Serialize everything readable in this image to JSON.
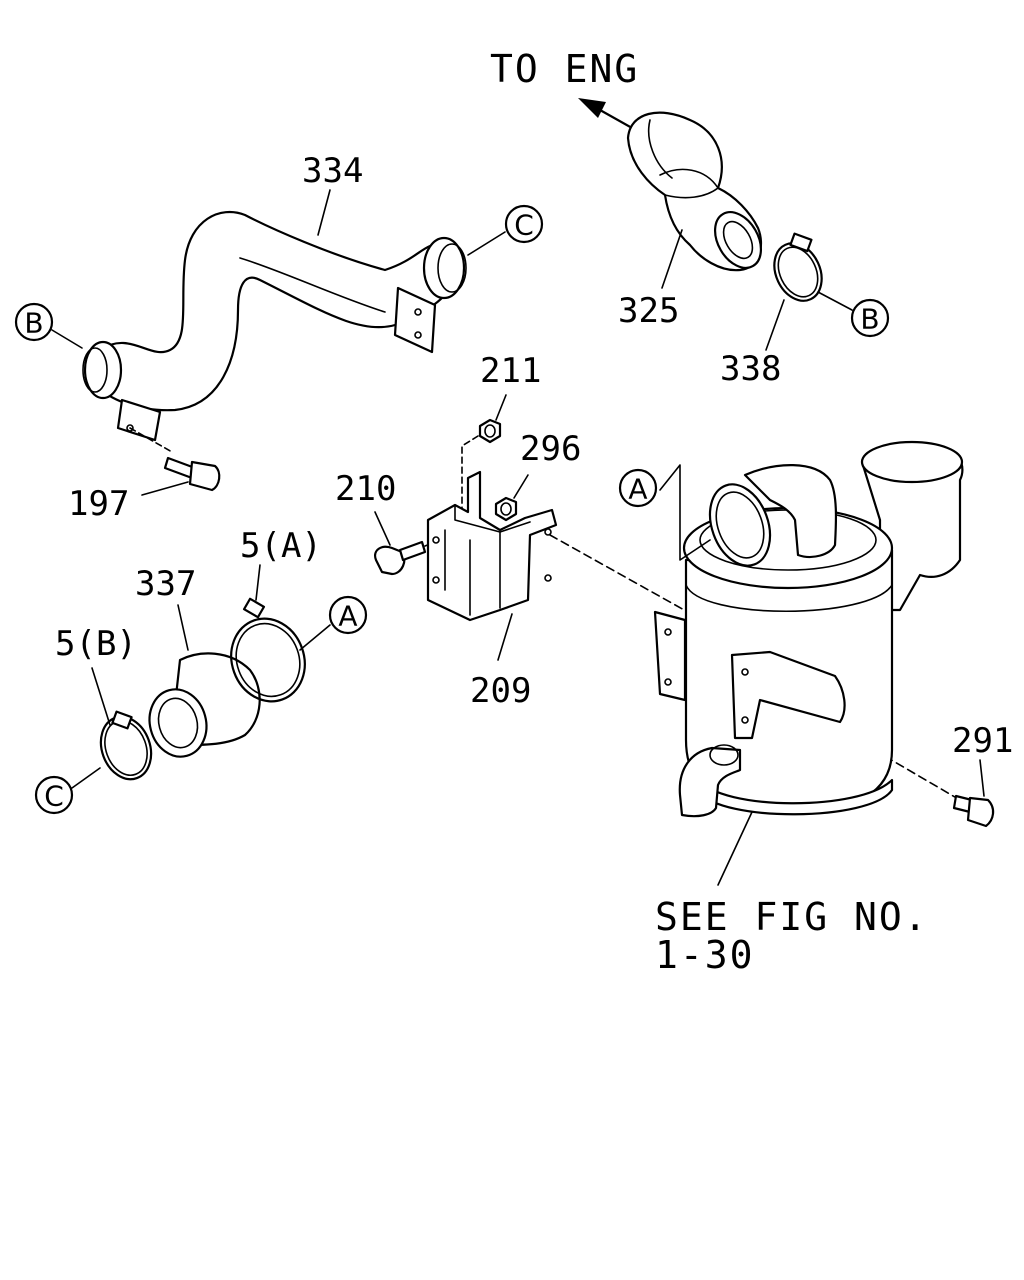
{
  "header": {
    "to_eng": "TO ENG"
  },
  "parts": {
    "p334": "334",
    "p325": "325",
    "p338": "338",
    "p211": "211",
    "p296": "296",
    "p210": "210",
    "p197": "197",
    "p5a": "5(A)",
    "p5b": "5(B)",
    "p337": "337",
    "p209": "209",
    "p291": "291"
  },
  "connectors": {
    "a": "A",
    "b": "B",
    "c": "C"
  },
  "reference": {
    "line1": "SEE FIG NO.",
    "line2": "1-30"
  }
}
